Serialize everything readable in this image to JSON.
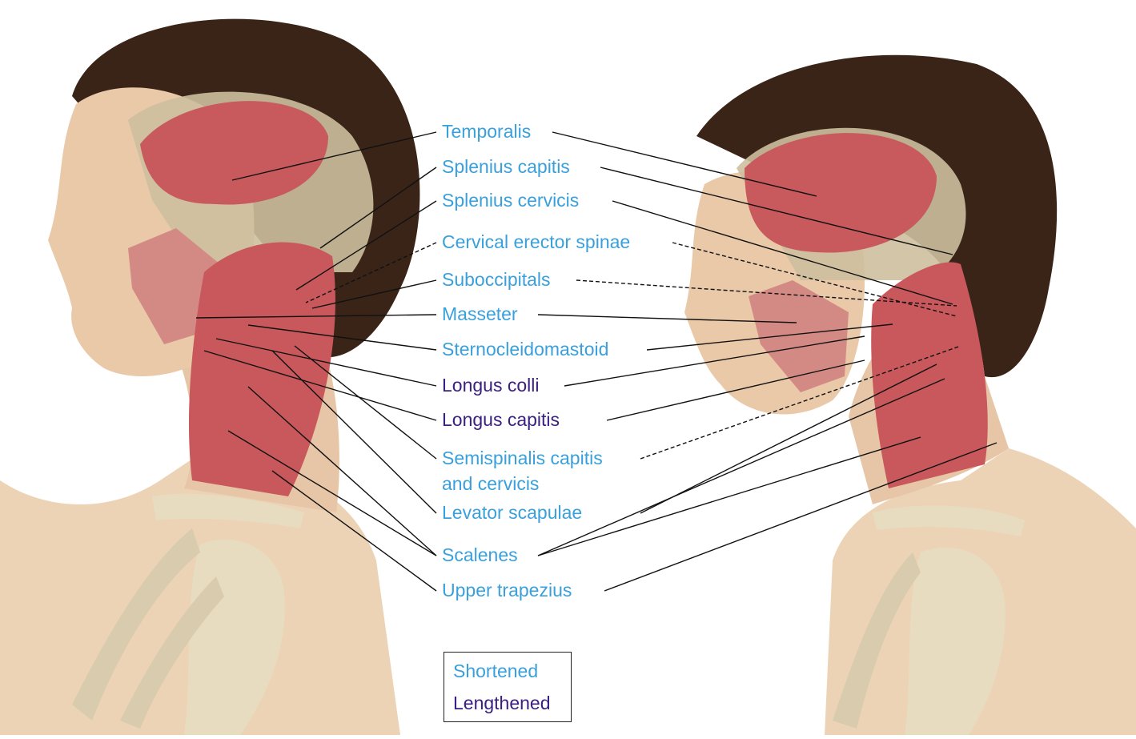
{
  "colors": {
    "shortened": "#3aa0dc",
    "lengthened": "#3b2081",
    "skin": "#e9c9a8",
    "hair": "#3a2418",
    "muscle": "#c85a5e",
    "bone": "#e8dcc0"
  },
  "labels": {
    "temporalis": "Temporalis",
    "splenius_capitis": "Splenius capitis",
    "splenius_cervicis": "Splenius cervicis",
    "cervical_erector_spinae": "Cervical erector spinae",
    "suboccipitals": "Suboccipitals",
    "masseter": "Masseter",
    "sternocleidomastoid": "Sternocleidomastoid",
    "longus_colli": "Longus colli",
    "longus_capitis": "Longus capitis",
    "semispinalis_line1": "Semispinalis capitis",
    "semispinalis_line2": "and cervicis",
    "levator_scapulae": "Levator scapulae",
    "scalenes": "Scalenes",
    "upper_trapezius": "Upper trapezius"
  },
  "legend": {
    "shortened": "Shortened",
    "lengthened": "Lengthened"
  }
}
